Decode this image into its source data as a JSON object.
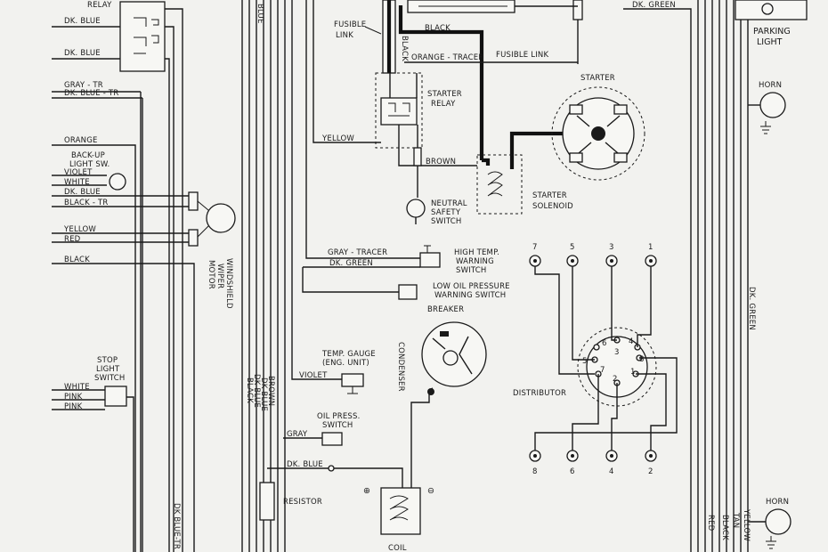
{
  "labels": {
    "relay": "RELAY",
    "dk_blue_1": "DK. BLUE",
    "dk_blue_2": "DK. BLUE",
    "gray_tr": "GRAY - TR",
    "dk_blue_tr": "DK. BLUE - TR",
    "orange_left": "ORANGE",
    "backup_1": "BACK-UP",
    "backup_2": "LIGHT SW.",
    "violet": "VIOLET",
    "white_1": "WHITE",
    "dk_blue_3": "DK. BLUE",
    "black_tr": "BLACK - TR",
    "yellow_left": "YELLOW",
    "red_left": "RED",
    "black_left": "BLACK",
    "wiper_1": "WINDSHIELD",
    "wiper_2": "WIPER",
    "wiper_3": "MOTOR",
    "stop_1": "STOP",
    "stop_2": "LIGHT",
    "stop_3": "SWITCH",
    "white_2": "WHITE",
    "pink_1": "PINK",
    "pink_2": "PINK",
    "dk_blue_tr_v": "DK BLUE-TR",
    "blue_v": "BLUE",
    "dk_blue_v1": "DK BLUE",
    "dk_blue_v2": "DK BLUE",
    "black_v": "BLACK",
    "brown_v": "BROWN",
    "fusible_1": "FUSIBLE",
    "fusible_2": "LINK",
    "black_mid": "BLACK",
    "black_vert": "BLACK",
    "orange_tracer": "ORANGE - TRACER",
    "fusible_link": "FUSIBLE LINK",
    "starter_relay_1": "STARTER",
    "starter_relay_2": "RELAY",
    "yellow_mid": "YELLOW",
    "brown_mid": "BROWN",
    "neutral_1": "NEUTRAL",
    "neutral_2": "SAFETY",
    "neutral_3": "SWITCH",
    "starter": "STARTER",
    "solenoid_1": "STARTER",
    "solenoid_2": "SOLENOID",
    "gray_tracer": "GRAY - TRACER",
    "dk_green_mid": "DK. GREEN",
    "high_temp_1": "HIGH TEMP.",
    "high_temp_2": "WARNING",
    "high_temp_3": "SWITCH",
    "low_oil_1": "LOW OIL PRESSURE",
    "low_oil_2": "WARNING SWITCH",
    "breaker": "BREAKER",
    "condenser": "CONDENSER",
    "temp_gauge_1": "TEMP. GAUGE",
    "temp_gauge_2": "(ENG. UNIT)",
    "violet_mid": "VIOLET",
    "oil_press_1": "OIL PRESS.",
    "oil_press_2": "SWITCH",
    "gray_mid": "GRAY",
    "dk_blue_bottom": "DK. BLUE",
    "resistor": "RESISTOR",
    "coil": "COIL",
    "distributor": "DISTRIBUTOR",
    "dk_green_top": "DK. GREEN",
    "parking_1": "PARKING",
    "parking_2": "LIGHT",
    "horn_top": "HORN",
    "horn_bottom": "HORN",
    "dk_green_right": "DK. GREEN",
    "red_right": "RED",
    "black_right": "BLACK",
    "tan_right": "TAN",
    "yellow_right": "YELLOW",
    "plus": "⊕",
    "minus": "⊖"
  },
  "distributor_cap_top": [
    "7",
    "5",
    "3",
    "1"
  ],
  "distributor_cap_bottom": [
    "8",
    "6",
    "4",
    "2"
  ],
  "distributor_body": [
    "6",
    "5",
    "7",
    "3",
    "4",
    "8",
    "1",
    "2"
  ]
}
